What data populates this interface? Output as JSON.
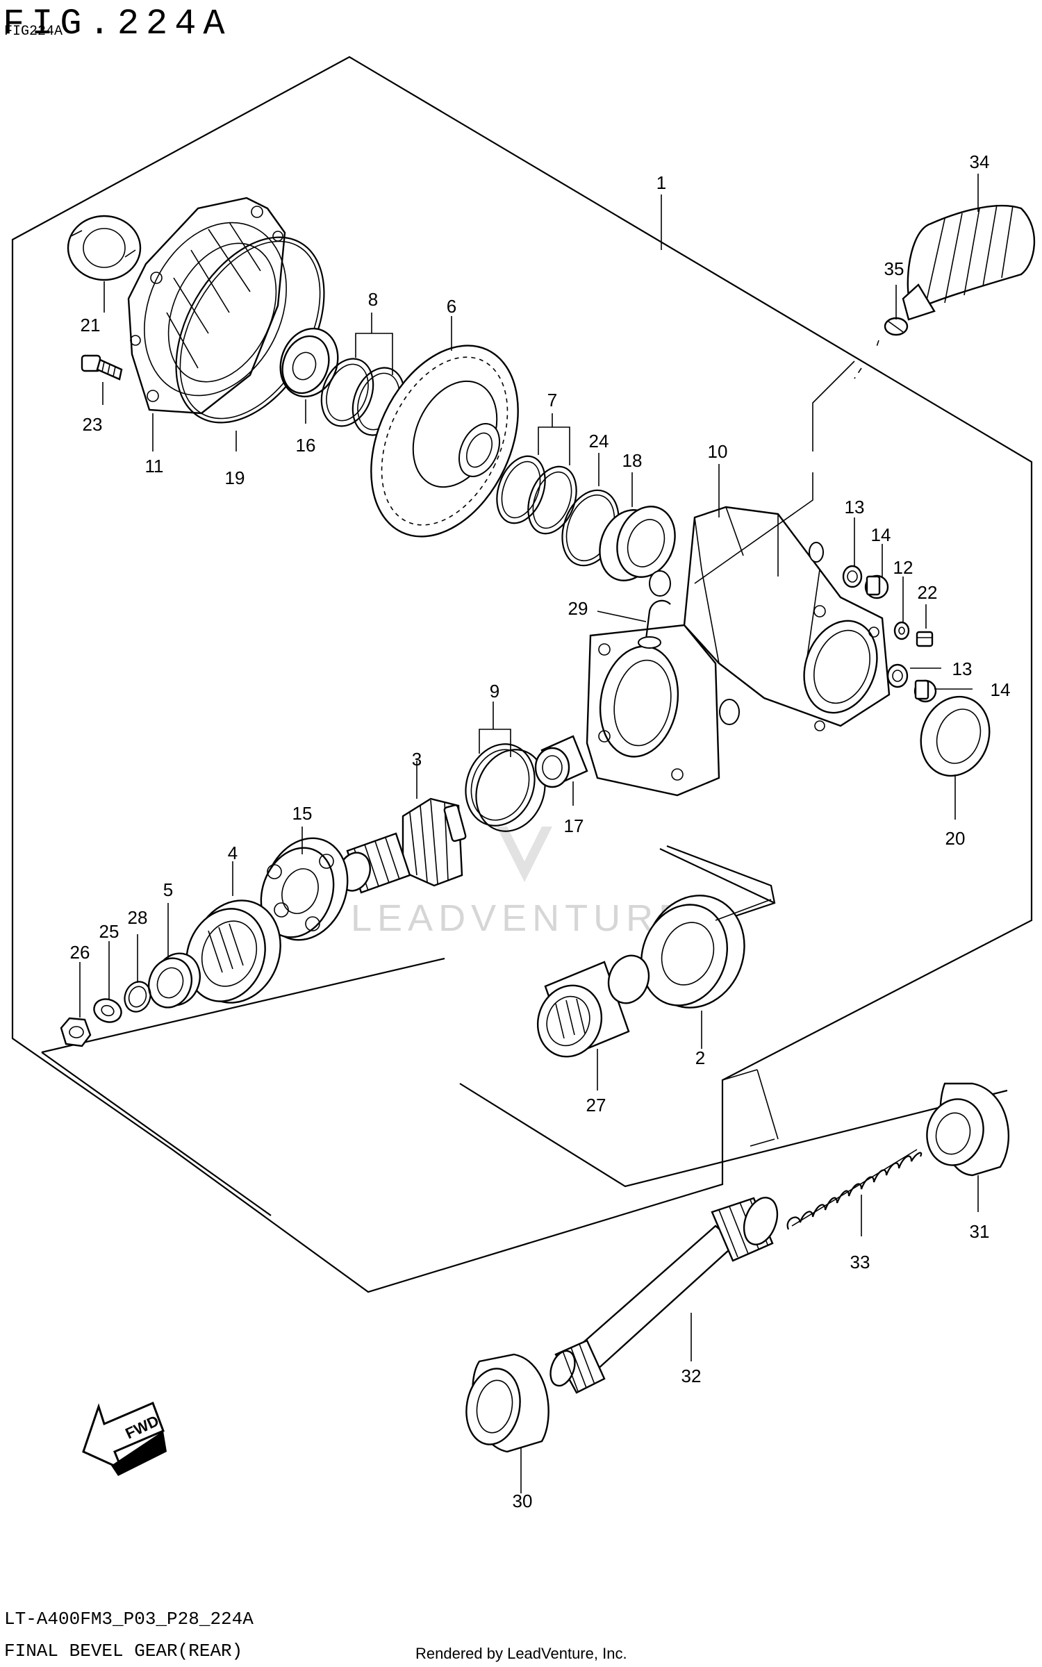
{
  "header": {
    "title": "FIG.224A",
    "subtitle": "FIG224A"
  },
  "footer": {
    "model_code": "LT-A400FM3_P03_P28_224A",
    "section_title": "FINAL BEVEL GEAR(REAR)",
    "credit": "Rendered by LeadVenture, Inc."
  },
  "watermark": "LEADVENTURE",
  "fwd_arrow_label": "FWD",
  "callouts": {
    "c1": "1",
    "c2": "2",
    "c3": "3",
    "c4": "4",
    "c5": "5",
    "c6": "6",
    "c7": "7",
    "c8": "8",
    "c9": "9",
    "c10": "10",
    "c11": "11",
    "c12": "12",
    "c13a": "13",
    "c13b": "13",
    "c14a": "14",
    "c14b": "14",
    "c15": "15",
    "c16": "16",
    "c17": "17",
    "c18": "18",
    "c19": "19",
    "c20": "20",
    "c21": "21",
    "c22": "22",
    "c23": "23",
    "c24": "24",
    "c25": "25",
    "c26": "26",
    "c27": "27",
    "c28": "28",
    "c29": "29",
    "c30": "30",
    "c31": "31",
    "c32": "32",
    "c33": "33",
    "c34": "34",
    "c35": "35"
  }
}
